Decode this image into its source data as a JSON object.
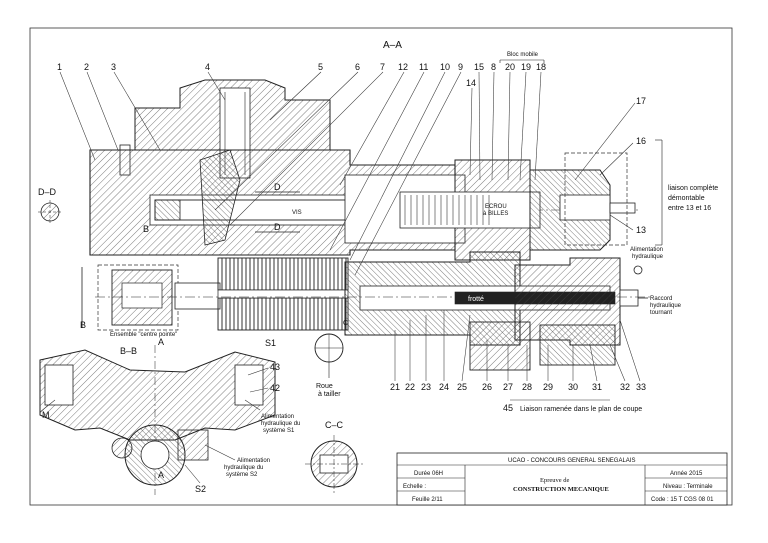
{
  "section_title": "A–A",
  "part_numbers_top": [
    "1",
    "2",
    "3",
    "4",
    "5",
    "6",
    "7",
    "12",
    "11",
    "10",
    "9",
    "15",
    "8",
    "20",
    "19",
    "18",
    "14",
    "17",
    "16",
    "13"
  ],
  "part_numbers_bottom": [
    "21",
    "22",
    "23",
    "24",
    "25",
    "26",
    "27",
    "28",
    "29",
    "30",
    "31",
    "32",
    "33",
    "45",
    "43",
    "42"
  ],
  "view_dd": "D–D",
  "view_bb": "B–B",
  "view_cc": "C–C",
  "label_bloc_mobile": "Bloc mobile",
  "label_liaison_complete": [
    "liaison complète",
    "démontable",
    "entre 13 et 16"
  ],
  "label_alim_hydraulique": [
    "Alimentation",
    "hydraulique"
  ],
  "label_raccord": [
    "Raccord",
    "hydraulique",
    "tournant"
  ],
  "label_frotte": "frotté",
  "label_ensemble_centre": "Ensemble \"centre pointe\"",
  "label_roue": [
    "Roue",
    "à tailler"
  ],
  "label_liaison_ramenee": "Liaison ramenée dans le plan de coupe",
  "label_alim_s1": [
    "Alimentation",
    "hydraulique du",
    "système S1"
  ],
  "label_alim_s2": [
    "Alimentation",
    "hydraulique du",
    "système S2"
  ],
  "label_ecrou": [
    "ECROU",
    "à BILLES"
  ],
  "label_vis": "VIS",
  "marker_m": "M",
  "marker_s1": "S1",
  "marker_s2": "S2",
  "marker_a": "A",
  "marker_b": "B",
  "marker_c": "C",
  "marker_d": "D",
  "cartouche": {
    "header": "UCAO - CONCOURS GENERAL SENEGALAIS",
    "duree": "Durée 06H",
    "echelle": "Echelle     :",
    "feuille": "Feuille 2/11",
    "epreuve_line1": "Epreuve de",
    "epreuve_line2": "CONSTRUCTION MECANIQUE",
    "annee": "Année  2015",
    "niveau": "Niveau : Terminale",
    "code": "Code : 15 T CGS 08 01"
  }
}
